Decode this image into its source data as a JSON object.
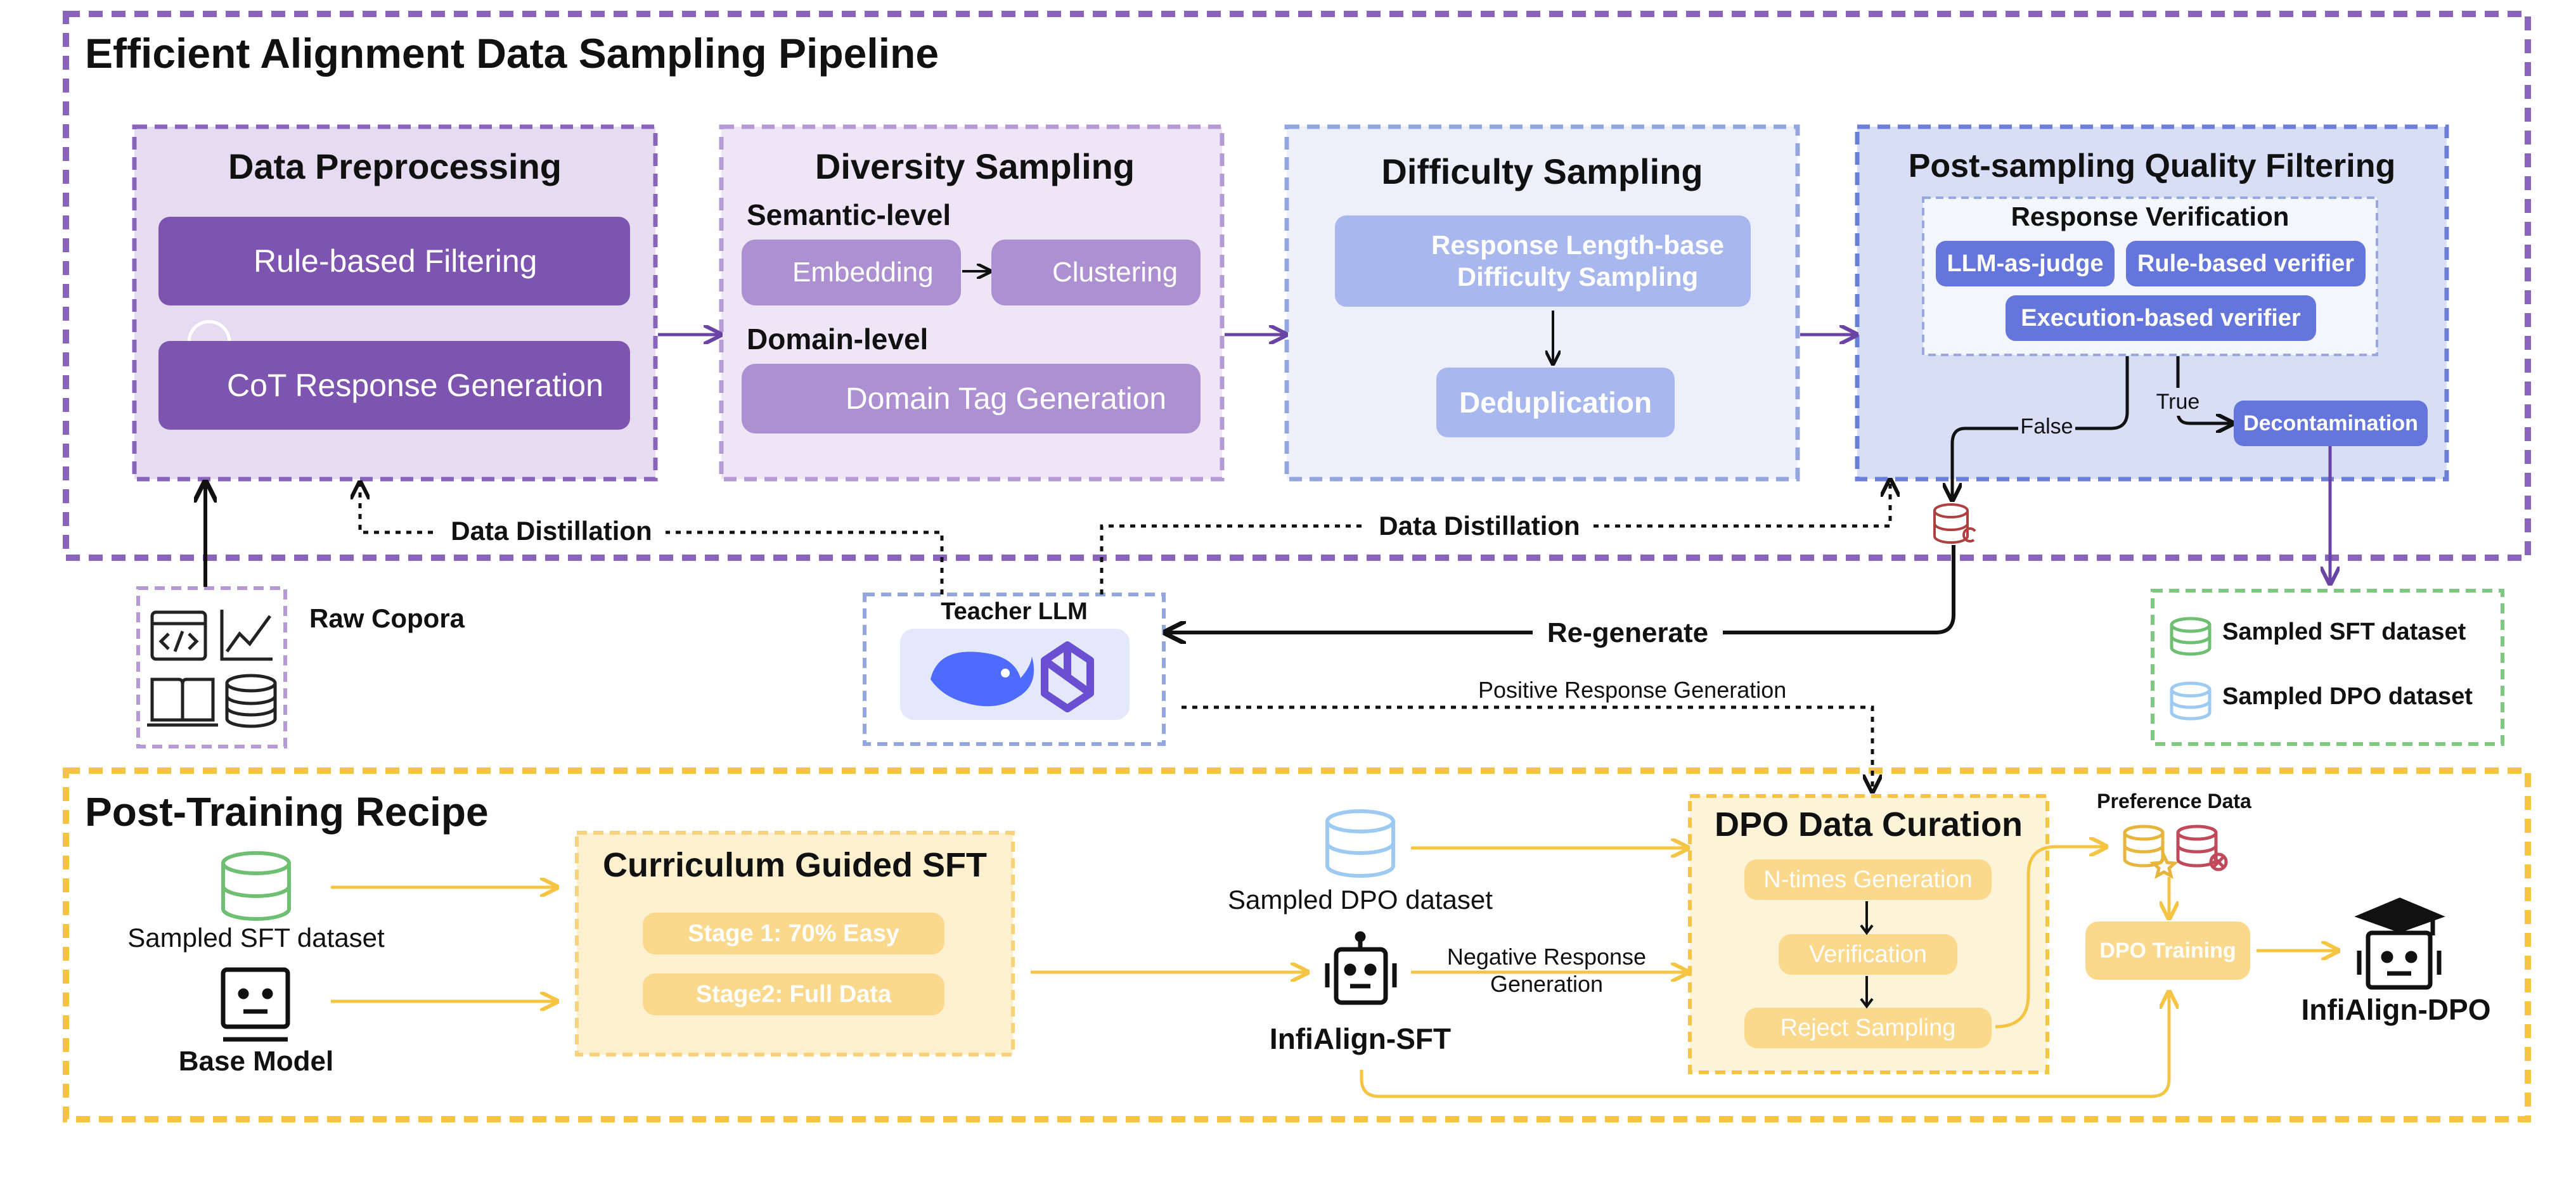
{
  "pipeline": {
    "title": "Efficient Alignment Data Sampling Pipeline",
    "preprocessing": {
      "title": "Data Preprocessing",
      "rule_filter": "Rule-based Filtering",
      "cot": "CoT Response Generation"
    },
    "diversity": {
      "title": "Diversity Sampling",
      "semantic_label": "Semantic-level",
      "embedding": "Embedding",
      "clustering": "Clustering",
      "domain_label": "Domain-level",
      "domain_tag": "Domain Tag Generation"
    },
    "difficulty": {
      "title": "Difficulty Sampling",
      "response_length": "Response Length-base Difficulty Sampling",
      "dedup": "Deduplication"
    },
    "quality": {
      "title": "Post-sampling Quality Filtering",
      "verification_title": "Response Verification",
      "llm_judge": "LLM-as-judge",
      "rule_verifier": "Rule-based verifier",
      "exec_verifier": "Execution-based verifier",
      "false_label": "False",
      "true_label": "True",
      "decontamination": "Decontamination"
    },
    "data_distillation_left": "Data Distillation",
    "data_distillation_right": "Data Distillation",
    "raw_corpora": "Raw Copora",
    "teacher_llm": "Teacher LLM",
    "regenerate": "Re-generate",
    "positive_gen": "Positive Response Generation",
    "legend": {
      "sft": "Sampled SFT dataset",
      "dpo": "Sampled DPO dataset"
    }
  },
  "recipe": {
    "title": "Post-Training Recipe",
    "sft_dataset": "Sampled SFT dataset",
    "base_model": "Base Model",
    "curriculum": {
      "title": "Curriculum Guided SFT",
      "stage1": "Stage 1: 70% Easy",
      "stage2": "Stage2: Full Data"
    },
    "dpo_dataset": "Sampled DPO dataset",
    "infialign_sft": "InfiAlign-SFT",
    "negative_gen": "Negative Response Generation",
    "dpo_curation": {
      "title": "DPO Data Curation",
      "ntimes": "N-times Generation",
      "verification": "Verification",
      "reject": "Reject Sampling"
    },
    "preference_data": "Preference Data",
    "dpo_training": "DPO Training",
    "infialign_dpo": "InfiAlign-DPO"
  },
  "colors": {
    "purple_dash": "#8a63bd",
    "blue_dash": "#93a6e0",
    "yellow_dash": "#f5c443",
    "green_dash": "#7cc97f",
    "arrow_purple": "#6a44a4",
    "arrow_yellow": "#f5c443"
  }
}
